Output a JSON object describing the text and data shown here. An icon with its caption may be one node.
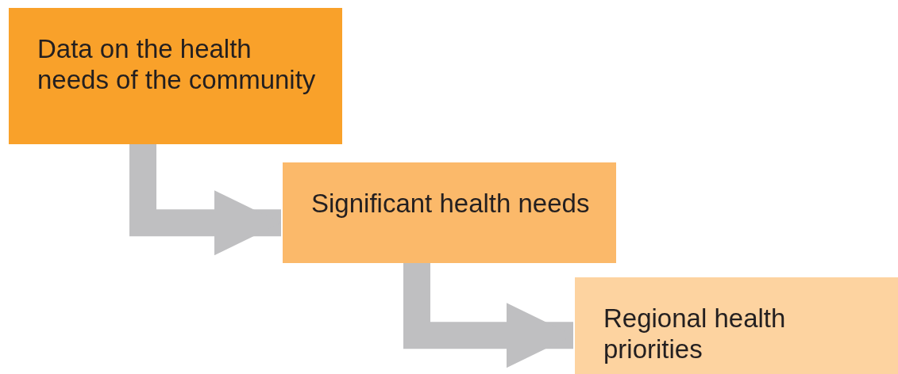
{
  "diagram": {
    "nodes": [
      {
        "text": [
          "Data on the health needs of the community"
        ]
      },
      {
        "text": [
          "Significant health needs"
        ]
      },
      {
        "text": [
          "Regional health priorities"
        ]
      }
    ],
    "edges": [
      {
        "from": 0,
        "to": 1,
        "arrow": "to"
      },
      {
        "from": 1,
        "to": 2,
        "arrow": "to"
      }
    ]
  }
}
